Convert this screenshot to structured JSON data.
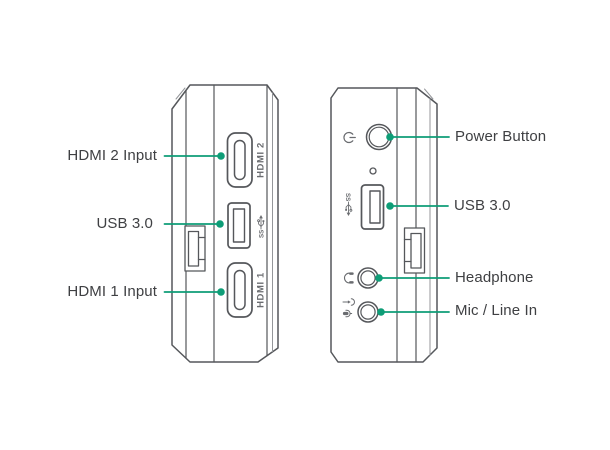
{
  "diagram": {
    "left_panel": {
      "device_name": "capture-device-left-side",
      "callouts": [
        {
          "label": "HDMI 2 Input",
          "target": "hdmi-2-port"
        },
        {
          "label": "USB 3.0",
          "target": "usb-3-port"
        },
        {
          "label": "HDMI 1 Input",
          "target": "hdmi-1-port"
        }
      ],
      "engraved": {
        "hdmi2": "HDMI 2",
        "hdmi1": "HDMI 1",
        "usb_ss": "SS"
      }
    },
    "right_panel": {
      "device_name": "capture-device-right-side",
      "callouts": [
        {
          "label": "Power Button",
          "target": "power-button"
        },
        {
          "label": "USB 3.0",
          "target": "usb-3-port"
        },
        {
          "label": "Headphone",
          "target": "headphone-jack"
        },
        {
          "label": "Mic / Line In",
          "target": "mic-line-in-jack"
        }
      ],
      "engraved": {
        "usb_ss": "SS"
      }
    },
    "icons": [
      "power-symbol-icon",
      "usb-superspeed-icon",
      "headphone-icon",
      "line-in-icon",
      "mic-icon"
    ],
    "colors": {
      "accent_green": "#0E9D77",
      "outline_gray": "#55575B",
      "light_gray": "#94969A",
      "label_text": "#3F4043",
      "engraving_gray": "#6A6C70",
      "background": "#FFFFFF"
    }
  }
}
